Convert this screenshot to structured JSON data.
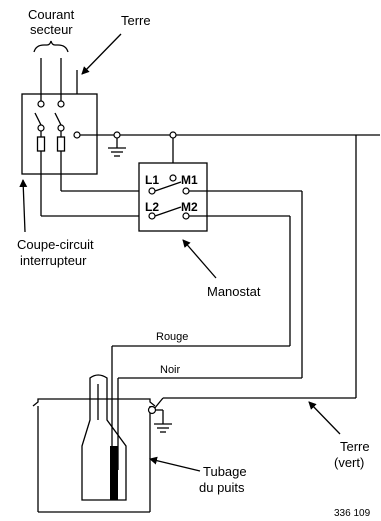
{
  "labels": {
    "mains_line1": "Courant",
    "mains_line2": "secteur",
    "ground_top": "Terre",
    "breaker_line1": "Coupe-circuit",
    "breaker_line2": "interrupteur",
    "pressure_switch": "Manostat",
    "wire_red": "Rouge",
    "wire_black": "Noir",
    "ground_right_line1": "Terre",
    "ground_right_line2": "(vert)",
    "well_casing_line1": "Tubage",
    "well_casing_line2": "du puits",
    "reference_number": "336 109"
  },
  "terminals": {
    "l1": "L1",
    "m1": "M1",
    "l2": "L2",
    "m2": "M2"
  }
}
